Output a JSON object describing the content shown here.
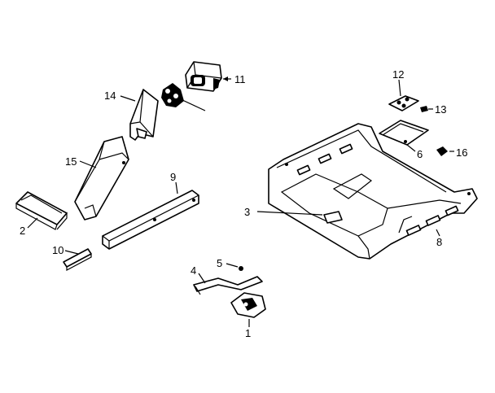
{
  "diagram": {
    "callouts": [
      {
        "id": "1",
        "text": "1"
      },
      {
        "id": "2",
        "text": "2"
      },
      {
        "id": "3",
        "text": "3"
      },
      {
        "id": "4",
        "text": "4"
      },
      {
        "id": "5",
        "text": "5"
      },
      {
        "id": "6",
        "text": "6"
      },
      {
        "id": "8",
        "text": "8"
      },
      {
        "id": "9",
        "text": "9"
      },
      {
        "id": "10",
        "text": "10"
      },
      {
        "id": "11",
        "text": "11"
      },
      {
        "id": "12",
        "text": "12"
      },
      {
        "id": "13",
        "text": "13"
      },
      {
        "id": "14",
        "text": "14"
      },
      {
        "id": "15",
        "text": "15"
      },
      {
        "id": "16",
        "text": "16"
      }
    ]
  }
}
